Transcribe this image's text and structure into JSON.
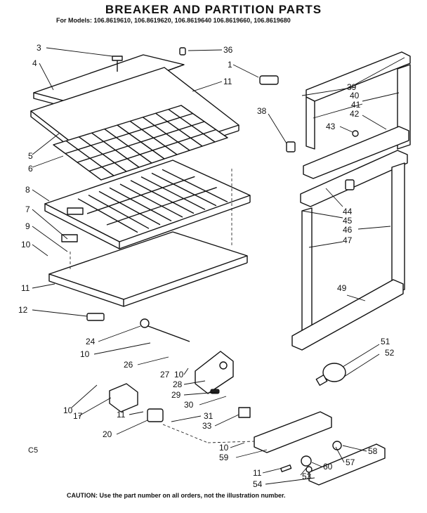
{
  "header": {
    "title": "BREAKER AND PARTITION PARTS",
    "models": "For Models: 106.8619610, 106.8619620, 106.8619640   106.8619660, 106.8619680"
  },
  "footer": {
    "caution": "CAUTION: Use the part number on all orders, not the illustration number.",
    "code": "C5"
  },
  "callouts": [
    {
      "id": "c3",
      "text": "3"
    },
    {
      "id": "c36",
      "text": "36"
    },
    {
      "id": "c4",
      "text": "4"
    },
    {
      "id": "c1",
      "text": "1"
    },
    {
      "id": "c11a",
      "text": "11"
    },
    {
      "id": "c39",
      "text": "39"
    },
    {
      "id": "c40",
      "text": "40"
    },
    {
      "id": "c41",
      "text": "41"
    },
    {
      "id": "c42",
      "text": "42"
    },
    {
      "id": "c38",
      "text": "38"
    },
    {
      "id": "c43",
      "text": "43"
    },
    {
      "id": "c5",
      "text": "5"
    },
    {
      "id": "c6",
      "text": "6"
    },
    {
      "id": "c8",
      "text": "8"
    },
    {
      "id": "c7",
      "text": "7"
    },
    {
      "id": "c9",
      "text": "9"
    },
    {
      "id": "c10a",
      "text": "10"
    },
    {
      "id": "c11b",
      "text": "11"
    },
    {
      "id": "c12",
      "text": "12"
    },
    {
      "id": "c44",
      "text": "44"
    },
    {
      "id": "c45",
      "text": "45"
    },
    {
      "id": "c46",
      "text": "46"
    },
    {
      "id": "c47",
      "text": "47"
    },
    {
      "id": "c49",
      "text": "49"
    },
    {
      "id": "c24",
      "text": "24"
    },
    {
      "id": "c10b",
      "text": "10"
    },
    {
      "id": "c26",
      "text": "26"
    },
    {
      "id": "c27",
      "text": "27"
    },
    {
      "id": "c10c",
      "text": "10"
    },
    {
      "id": "c28",
      "text": "28"
    },
    {
      "id": "c51",
      "text": "51"
    },
    {
      "id": "c52",
      "text": "52"
    },
    {
      "id": "c29",
      "text": "29"
    },
    {
      "id": "c30",
      "text": "30"
    },
    {
      "id": "c10d",
      "text": "10"
    },
    {
      "id": "c17",
      "text": "17"
    },
    {
      "id": "c11c",
      "text": "11"
    },
    {
      "id": "c31",
      "text": "31"
    },
    {
      "id": "c33",
      "text": "33"
    },
    {
      "id": "c20",
      "text": "20"
    },
    {
      "id": "c10e",
      "text": "10"
    },
    {
      "id": "c59",
      "text": "59"
    },
    {
      "id": "c58",
      "text": "58"
    },
    {
      "id": "c57",
      "text": "57"
    },
    {
      "id": "c60",
      "text": "60"
    },
    {
      "id": "c11d",
      "text": "11"
    },
    {
      "id": "c53",
      "text": "53"
    },
    {
      "id": "c54",
      "text": "54"
    }
  ]
}
